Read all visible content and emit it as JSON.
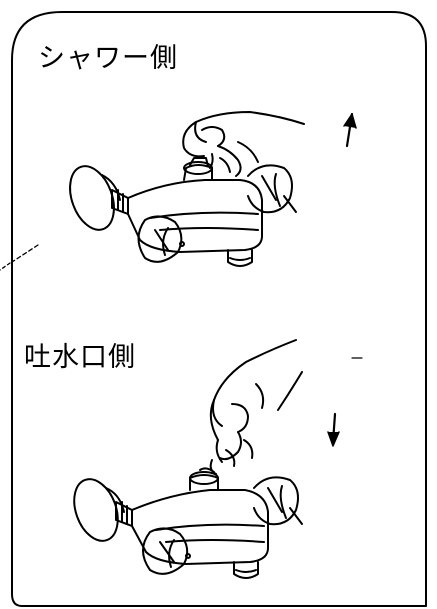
{
  "panels": [
    {
      "label": "シャワー側",
      "arrow": "up-arrow"
    },
    {
      "label": "吐水口側",
      "arrow": "down-arrow"
    }
  ],
  "colors": {
    "ink": "#000000",
    "background": "#ffffff"
  },
  "icons": [
    "faucet",
    "hand",
    "up-arrow",
    "down-arrow"
  ]
}
